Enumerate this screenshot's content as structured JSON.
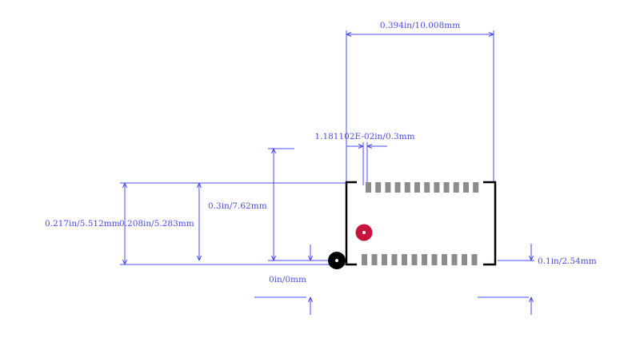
{
  "colors": {
    "dimension": "#4a4af0",
    "outline": "#000000",
    "pad": "#8c8c8c",
    "pin1_marker": "#c8143c",
    "origin_marker": "#000000",
    "background": "#ffffff"
  },
  "labels": {
    "width": "0.394in/10.008mm",
    "pad_width": "1.181102E-02in/0.3mm",
    "span_overall": "0.217in/5.512mm",
    "span_body": "0.208in/5.283mm",
    "span_top": "0.3in/7.62mm",
    "origin": "0in/0mm",
    "pitch": "0.1in/2.54mm"
  },
  "pads": {
    "top_row_count": 12,
    "bottom_row_count": 12
  }
}
